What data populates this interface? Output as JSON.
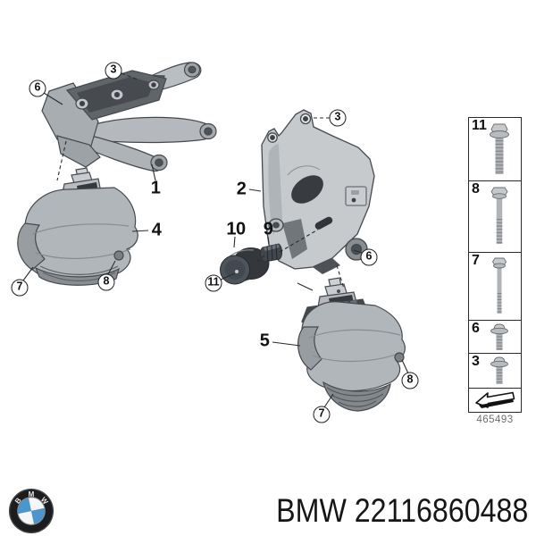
{
  "diagram": {
    "callouts": [
      {
        "part": "screw-support-arm",
        "label": "3",
        "style": "circled"
      },
      {
        "part": "bushing-support-arm",
        "label": "6",
        "style": "circled"
      },
      {
        "part": "engine-support-arm",
        "label": "1",
        "style": "plain"
      },
      {
        "part": "engine-support-bracket",
        "label": "2",
        "style": "plain"
      },
      {
        "part": "engine-mount-left",
        "label": "4",
        "style": "plain"
      },
      {
        "part": "screw-mount-left",
        "label": "7",
        "style": "circled"
      },
      {
        "part": "screw-mount-left-rear",
        "label": "8",
        "style": "circled"
      },
      {
        "part": "vibration-damper",
        "label": "10",
        "style": "plain"
      },
      {
        "part": "small-bushing",
        "label": "9",
        "style": "plain"
      },
      {
        "part": "screw-damper",
        "label": "11",
        "style": "circled"
      },
      {
        "part": "screw-bracket",
        "label": "3",
        "style": "circled"
      },
      {
        "part": "bushing-bracket",
        "label": "6",
        "style": "circled"
      },
      {
        "part": "engine-mount-right",
        "label": "5",
        "style": "plain"
      },
      {
        "part": "screw-mount-right-rear",
        "label": "8",
        "style": "circled"
      },
      {
        "part": "screw-mount-right",
        "label": "7",
        "style": "circled"
      }
    ],
    "legend": {
      "rows": [
        "11",
        "8",
        "7",
        "6",
        "3"
      ],
      "arrow_icon": "installation-direction-arrow-icon",
      "footnote": "465493"
    }
  },
  "footer": {
    "logo_letters": "BMW",
    "part_label": "BMW 22116860488"
  },
  "colors": {
    "background": "#ffffff",
    "line": "#2b2b2b",
    "part_light": "#c6cacd",
    "part_mid": "#b1b6ba",
    "part_dark": "#43474c",
    "bmw_blue": "#4a96cd",
    "footnote_gray": "#6e6e6e"
  }
}
